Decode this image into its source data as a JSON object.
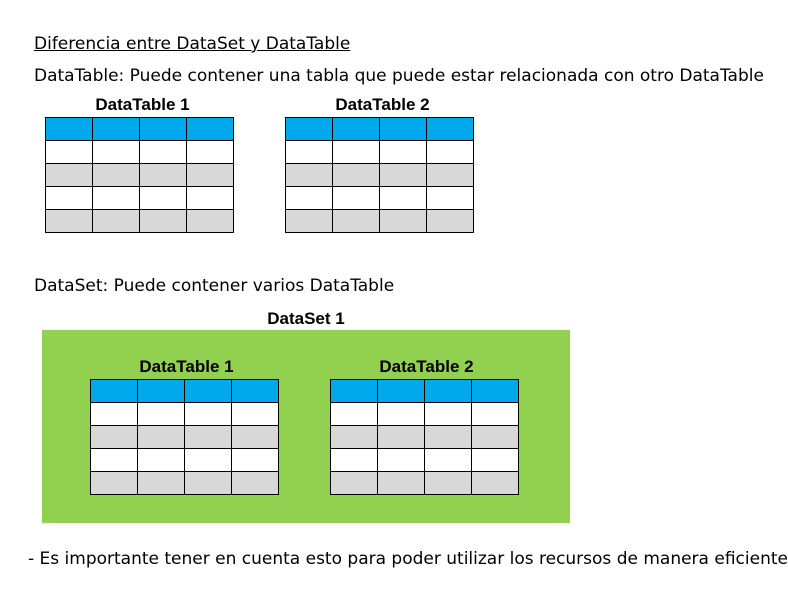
{
  "heading": "Diferencia entre DataSet y DataTable",
  "datatable_desc": "DataTable: Puede contener una tabla que puede estar relacionada con otro DataTable",
  "dataset_desc": "DataSet: Puede contener varios DataTable",
  "footer_note": "- Es importante tener en cuenta esto para poder utilizar los recursos de manera eficiente",
  "section1": {
    "tables": [
      {
        "label": "DataTable 1"
      },
      {
        "label": "DataTable 2"
      }
    ]
  },
  "section2": {
    "dataset_label": "DataSet 1",
    "tables": [
      {
        "label": "DataTable 1"
      },
      {
        "label": "DataTable 2"
      }
    ]
  },
  "colors": {
    "header_row": "#00a8ec",
    "alt_row": "#d8d8d8",
    "dataset_fill": "#92d050"
  }
}
